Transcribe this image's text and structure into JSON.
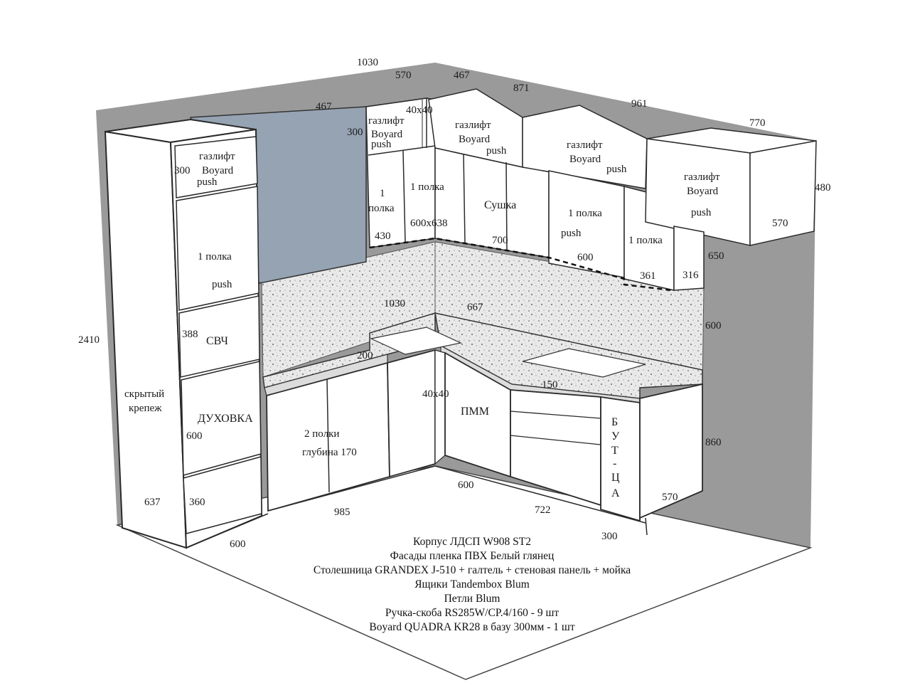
{
  "dimensions": {
    "top_total": "1030",
    "top_570": "570",
    "top_467_right": "467",
    "top_871": "871",
    "top_961": "961",
    "top_770": "770",
    "top_467_left": "467",
    "h_300_left": "300",
    "h_300_mid": "300",
    "h_2410": "2410",
    "h_388": "388",
    "h_600_oven": "600",
    "h_637": "637",
    "h_360": "360",
    "d_600_floor": "600",
    "w_985": "985",
    "d_40x40_top": "40x40",
    "d_430": "430",
    "d_600x638": "600x638",
    "d_700": "700",
    "d_600_wall": "600",
    "d_361": "361",
    "d_316": "316",
    "h_650": "650",
    "h_480": "480",
    "d_570_top": "570",
    "bs_1030": "1030",
    "bs_667": "667",
    "bs_600": "600",
    "d_200": "200",
    "d_40x40_low": "40x40",
    "d_150": "150",
    "h_860": "860",
    "d_600_pmm": "600",
    "w_722": "722",
    "d_300": "300",
    "d_570_low": "570"
  },
  "labels": {
    "gaslift": "газлифт",
    "boyard": "Boyard",
    "push": "push",
    "shelf_one": "1 полка",
    "shelf_one_a": "1",
    "shelf_one_b": "полка",
    "dryer": "Сушка",
    "microwave": "СВЧ",
    "oven": "ДУХОВКА",
    "hidden_mount_1": "скрытый",
    "hidden_mount_2": "крепеж",
    "two_shelves": "2 полки",
    "depth_170": "глубина 170",
    "dishwasher": "ПММ",
    "bottle_1": "Б",
    "bottle_2": "У",
    "bottle_3": "Т",
    "bottle_4": "-",
    "bottle_5": "Ц",
    "bottle_6": "А"
  },
  "spec_lines": [
    "Корпус ЛДСП W908 ST2",
    "Фасады пленка ПВХ Белый глянец",
    "Столешница GRANDEX J-510 + галтель + стеновая панель + мойка",
    "Ящики Tandembox Blum",
    "Петли Blum",
    "Ручка-скоба RS285W/CP.4/160 - 9 шт",
    "Boyard QUADRA KR28 в базу 300мм - 1 шт"
  ],
  "colors": {
    "wall": "#9a9a9a",
    "fridge_panel": "#95a3b3",
    "line": "#2a2a2a",
    "cabinet": "#ffffff",
    "floor_line": "#444444"
  }
}
